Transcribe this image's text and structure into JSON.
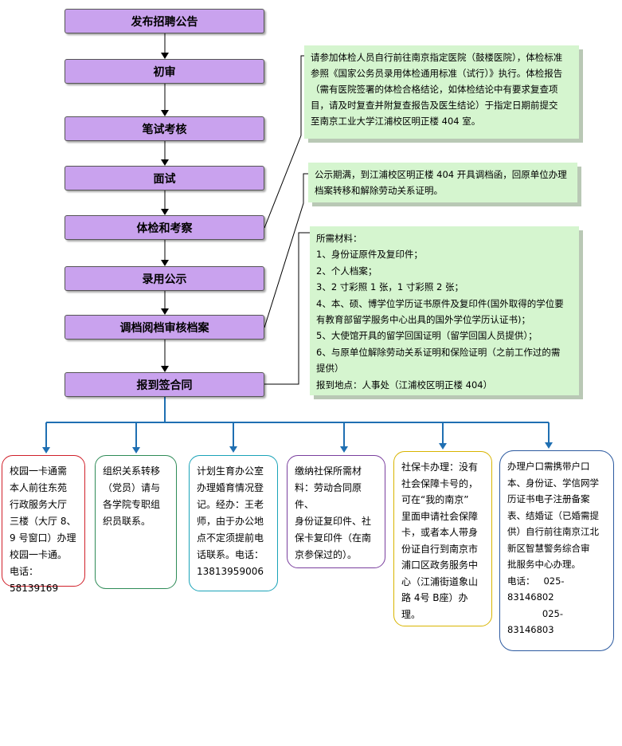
{
  "steps": [
    "发布招聘公告",
    "初审",
    "笔试考核",
    "面试",
    "体检和考察",
    "录用公示",
    "调档阅档审核档案",
    "报到签合同"
  ],
  "notes": {
    "medical": [
      "请参加体检人员自行前往南京指定医院（鼓楼医院），体检标准",
      "参照《国家公务员录用体检通用标准（试行）》执行。体检报告",
      "（需有医院签署的体检合格结论，如体检结论中有要求复查项",
      "目，请及时复查并附复查报告及医生结论）于指定日期前提交",
      "至南京工业大学江浦校区明正楼 404 室。"
    ],
    "publicity": [
      "公示期满，到江浦校区明正楼 404 开具调档函，回原单位办理",
      "档案转移和解除劳动关系证明。"
    ],
    "materials": [
      "所需材料：",
      "1、身份证原件及复印件；",
      "2、个人档案；",
      "3、2 寸彩照 1 张，1 寸彩照 2 张；",
      "4、本、硕、博学位学历证书原件及复印件(国外取得的学位要",
      "有教育部留学服务中心出具的国外学位学历认证书)；",
      "5、大使馆开具的留学回国证明（留学回国人员提供）；",
      "6、与原单位解除劳动关系证明和保险证明（之前工作过的需",
      "提供）",
      "报到地点：人事处（江浦校区明正楼 404）"
    ]
  },
  "cards": [
    {
      "lines": [
        "校园一卡通需",
        "本人前往东苑",
        "行政服务大厅",
        "三楼（大厅 8、",
        "9 号窗口）办理",
        "校园一卡通。",
        "电话：58139169"
      ]
    },
    {
      "lines": [
        "组织关系转移",
        "（党员）请与",
        "各学院专职组",
        "织员联系。"
      ]
    },
    {
      "lines": [
        "计划生育办公室",
        "办理婚育情况登",
        "记。经办：王老",
        "师，由于办公地",
        "点不定须提前电",
        "话联系。电话：",
        "13813959006"
      ]
    },
    {
      "lines": [
        "缴纳社保所需材",
        "料：劳动合同原件、",
        "身份证复印件、社",
        "保卡复印件（在南",
        "京参保过的）。"
      ]
    },
    {
      "lines": [
        "社保卡办理：没有",
        "社会保障卡号的，",
        "可在“我的南京”",
        "里面申请社会保障",
        "卡，或者本人带身",
        "份证自行到南京市",
        "浦口区政务服务中",
        "心（江浦街道象山",
        "路 4号 B座）办理。"
      ]
    },
    {
      "lines": [
        "办理户口需携带户口",
        "本、身份证、学信网学",
        "历证书电子注册备案",
        "表、结婚证（已婚需提",
        "供）自行前往南京江北",
        "新区智慧警务综合审",
        "批服务中心办理。",
        "电话：   025-83146802",
        "            025-83146803"
      ]
    }
  ],
  "colors": {
    "step_fill": "#c9a2ee",
    "note_fill": "#d5f5cf",
    "arrow_blue": "#1f6fb2",
    "card_borders": [
      "#d0202a",
      "#2e8b57",
      "#1aa3b8",
      "#7a3f9e",
      "#d8b400",
      "#2c5aa0"
    ]
  }
}
